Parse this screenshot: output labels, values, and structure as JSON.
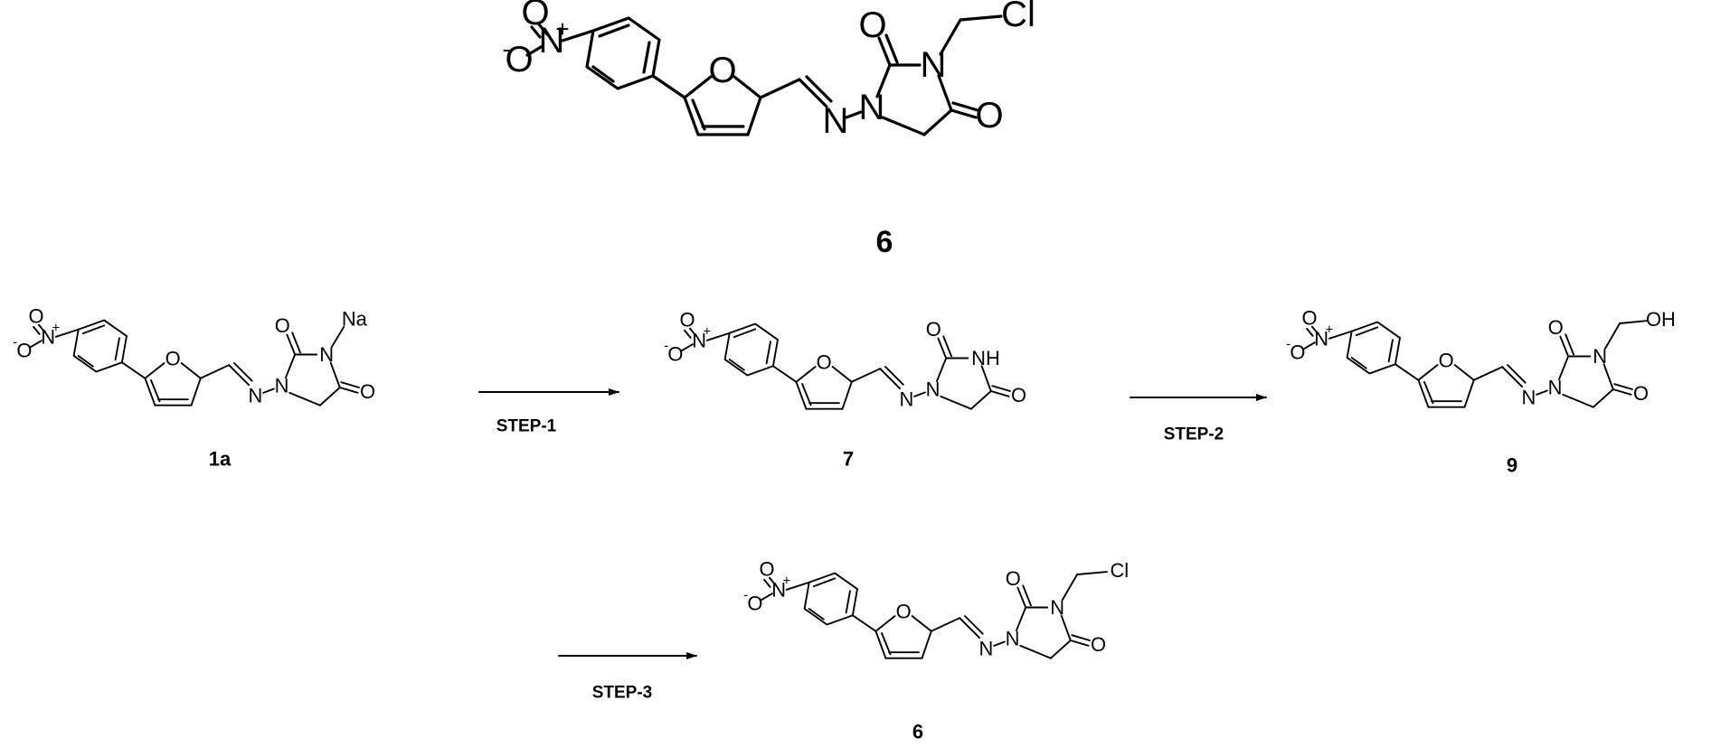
{
  "atoms": {
    "oxygen": "O",
    "nitrogen": "N",
    "charge_plus": "+",
    "charge_minus": "-",
    "nitro_o_minus": "-O",
    "sodium": "Na",
    "imide_nh": "NH",
    "chlorine": "Cl",
    "hydroxyl": "OH"
  },
  "compounds": [
    {
      "id": "6-top",
      "label": "6",
      "substituent": "chloromethyl"
    },
    {
      "id": "1a",
      "label": "1a",
      "substituent": "sodium"
    },
    {
      "id": "7",
      "label": "7",
      "substituent": "hydrogen"
    },
    {
      "id": "9",
      "label": "9",
      "substituent": "hydroxymethyl"
    },
    {
      "id": "6-product",
      "label": "6",
      "substituent": "chloromethyl"
    }
  ],
  "steps": [
    {
      "label": "STEP-1"
    },
    {
      "label": "STEP-2"
    },
    {
      "label": "STEP-3"
    }
  ]
}
